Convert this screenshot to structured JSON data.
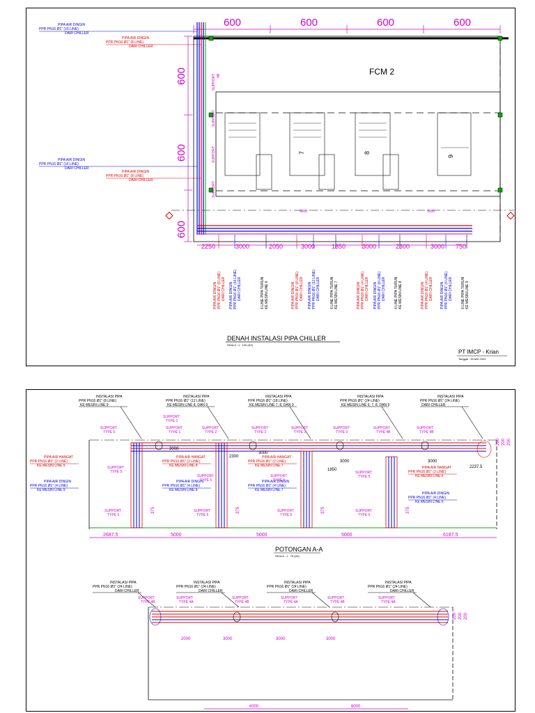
{
  "colors": {
    "magenta": "#d000d0",
    "red": "#e00000",
    "blue": "#0000e0",
    "black": "#000000",
    "green": "#008000",
    "gray": "#888888"
  },
  "plan": {
    "title": "DENAH INSTALASI PIPA CHILLER",
    "scale": "SKALA : 1 : 100 (A3)",
    "company": "PT IMCP - Krian",
    "date": "Tanggal : 30 Mei 2024",
    "room_label": "FCM 2",
    "top_dims": [
      "600",
      "600",
      "600",
      "600"
    ],
    "left_dims": [
      "600",
      "600",
      "600"
    ],
    "support_label": "SUPPORT",
    "support_4b": "4B",
    "inner_dims": [
      "5000",
      "5000"
    ],
    "bottom_dims": [
      "2250",
      "3000",
      "2050",
      "3000",
      "1850",
      "3000",
      "2300",
      "3000",
      "750"
    ],
    "machine_labels": [
      "7",
      "8",
      "9"
    ],
    "left_callouts": [
      {
        "l1": "PIPA AIR DINGIN",
        "l2": "PPR PN16 Ø1\" (16 LINE)",
        "l3": "DARI CHILLER",
        "color": "blue"
      },
      {
        "l1": "PIPA AIR DINGIN",
        "l2": "PPR PN16 Ø1\" (8 LINE)",
        "l3": "DARI CHILLER",
        "color": "red"
      },
      {
        "l1": "PIPA AIR DINGIN",
        "l2": "PPR PN16 Ø1\" (16 LINE)",
        "l3": "DARI CHILLER",
        "color": "blue"
      },
      {
        "l1": "PIPA AIR DINGIN",
        "l2": "PPR PN16 Ø1\" (8 LINE)",
        "l3": "DARI CHILLER",
        "color": "red"
      }
    ],
    "vertical_labels": [
      {
        "l1": "PIPA AIR DINGIN",
        "l2": "PPR PN16 Ø1\" (8 LINE)",
        "l3": "DARI CHILLER",
        "color": "red"
      },
      {
        "l1": "PIPA AIR DINGIN",
        "l2": "PPR PN16 Ø1\" (16 LINE)",
        "l3": "DARI CHILLER",
        "color": "blue"
      },
      {
        "l1": "6 LINE PIPA TURUN",
        "l2": "KE MESIN LINE 6",
        "l3": "",
        "color": "black"
      },
      {
        "l1": "PIPA AIR DINGIN",
        "l2": "PPR PN16 Ø1\" (8 LINE)",
        "l3": "DARI CHILLER",
        "color": "red"
      },
      {
        "l1": "PIPA AIR DINGIN",
        "l2": "PPR PN16 Ø1\" (12 LINE)",
        "l3": "DARI CHILLER",
        "color": "blue"
      },
      {
        "l1": "6 LINE PIPA TURUN",
        "l2": "KE MESIN LINE 7",
        "l3": "",
        "color": "black"
      },
      {
        "l1": "PIPA AIR DINGIN",
        "l2": "PPR PN16 Ø1\" (4 LINE)",
        "l3": "DARI CHILLER",
        "color": "red"
      },
      {
        "l1": "PIPA AIR DINGIN",
        "l2": "PPR PN16 Ø1\" (8 LINE)",
        "l3": "DARI CHILLER",
        "color": "blue"
      },
      {
        "l1": "6 LINE PIPA TURUN",
        "l2": "KE MESIN LINE 8",
        "l3": "",
        "color": "black"
      },
      {
        "l1": "PIPA AIR DINGIN",
        "l2": "PPR PN16 Ø1\" (4 LINE)",
        "l3": "DARI CHILLER",
        "color": "red"
      },
      {
        "l1": "PIPA AIR DINGIN",
        "l2": "PPR PN16 Ø1\" (4 LINE)",
        "l3": "DARI CHILLER",
        "color": "blue"
      },
      {
        "l1": "6 LINE PIPA TURUN",
        "l2": "KE MESIN LINE 9",
        "l3": "",
        "color": "black"
      }
    ]
  },
  "section": {
    "title": "POTONGAN A-A",
    "scale": "SKALA : 1 : 75 (A3)",
    "top_callouts": [
      {
        "l1": "INSTALASI PIPA",
        "l2": "PPR PN16 Ø1\" (8 LINE)",
        "l3": "KE MESIN LINE 9"
      },
      {
        "l1": "INSTALASI PIPA",
        "l2": "PPR PN16 Ø1\" (12 LINE)",
        "l3": "KE MESIN LINE 8, DAN 9"
      },
      {
        "l1": "INSTALASI PIPA",
        "l2": "PPR PN16 Ø1\" (18 LINE)",
        "l3": "KE MESIN LINE 7, 8, DAN 9"
      },
      {
        "l1": "INSTALASI PIPA",
        "l2": "PPR PN16 Ø1\" (24 LINE)",
        "l3": "KE MESIN LINE 6, 7, 8, DAN 9"
      },
      {
        "l1": "INSTALASI PIPA",
        "l2": "PPR PN16 Ø1\" (24 LINE)",
        "l3": "DARI CHILLER"
      }
    ],
    "supports": [
      "SUPPORT",
      "TYPE 1",
      "TYPE 2",
      "TYPE 3",
      "TYPE 4B",
      "TYPE 5"
    ],
    "support_callouts": [
      {
        "l1": "SUPPORT",
        "l2": "TYPE 1"
      },
      {
        "l1": "SUPPORT",
        "l2": "TYPE 5"
      },
      {
        "l1": "SUPPORT",
        "l2": "TYPE 5"
      },
      {
        "l1": "SUPPORT",
        "l2": "TYPE 1"
      },
      {
        "l1": "SUPPORT",
        "l2": "TYPE 2"
      },
      {
        "l1": "SUPPORT",
        "l2": "TYPE 2"
      },
      {
        "l1": "SUPPORT",
        "l2": "TYPE 3"
      },
      {
        "l1": "SUPPORT",
        "l2": "TYPE 3"
      },
      {
        "l1": "SUPPORT",
        "l2": "TYPE 4B"
      },
      {
        "l1": "SUPPORT",
        "l2": "TYPE 4B"
      },
      {
        "l1": "SUPPORT",
        "l2": "TYPE 5"
      },
      {
        "l1": "SUPPORT",
        "l2": "TYPE 5"
      },
      {
        "l1": "SUPPORT",
        "l2": "TYPE 5"
      },
      {
        "l1": "SUPPORT",
        "l2": "TYPE 5"
      },
      {
        "l1": "SUPPORT",
        "l2": "TYPE 5"
      },
      {
        "l1": "SUPPORT",
        "l2": "TYPE 5"
      },
      {
        "l1": "SUPPORT",
        "l2": "TYPE 5"
      }
    ],
    "side_callouts": [
      {
        "l1": "PIPA AIR HANGAT",
        "l2": "PPR PN16 Ø1\" (2 LINE)",
        "l3": "KE MESIN LINE 9",
        "color": "red"
      },
      {
        "l1": "PIPA AIR DINGIN",
        "l2": "PPR PN16 Ø1\" (4 LINE)",
        "l3": "KE MESIN LINE 9",
        "color": "blue"
      },
      {
        "l1": "PIPA AIR HANGAT",
        "l2": "PPR PN16 Ø1\" (2 LINE)",
        "l3": "KE MESIN LINE 8",
        "color": "red"
      },
      {
        "l1": "PIPA AIR DINGIN",
        "l2": "PPR PN16 Ø1\" (4 LINE)",
        "l3": "KE MESIN LINE 8",
        "color": "blue"
      },
      {
        "l1": "PIPA AIR HANGAT",
        "l2": "PPR PN16 Ø1\" (2 LINE)",
        "l3": "KE MESIN LINE 7",
        "color": "red"
      },
      {
        "l1": "PIPA AIR DINGIN",
        "l2": "PPR PN16 Ø1\" (4 LINE)",
        "l3": "KE MESIN LINE 7",
        "color": "blue"
      },
      {
        "l1": "PIPA AIR HANGAT",
        "l2": "PPR PN16 Ø1\" (2 LINE)",
        "l3": "KE MESIN LINE 6",
        "color": "red"
      },
      {
        "l1": "PIPA AIR DINGIN",
        "l2": "PPR PN16 Ø1\" (4 LINE)",
        "l3": "KE MESIN LINE 6",
        "color": "blue"
      }
    ],
    "inner_dims": [
      "3000",
      "2300",
      "3000",
      "1850",
      "3000",
      "3000",
      "2237.5"
    ],
    "right_dims": [
      "200",
      "200",
      "200"
    ],
    "height_dims": [
      "375",
      "375",
      "375",
      "375"
    ],
    "bottom_dims": [
      "2687.5",
      "5000",
      "5000",
      "5000",
      "6187.5"
    ]
  },
  "section2": {
    "top_callouts": [
      {
        "l1": "INSTALASI PIPA",
        "l2": "PPR PN16 Ø1\" (24 LINE)",
        "l3": "DARI CHILLER"
      },
      {
        "l1": "INSTALASI PIPA",
        "l2": "PPR PN16 Ø1\" (24 LINE)",
        "l3": "DARI CHILLER"
      },
      {
        "l1": "INSTALASI PIPA",
        "l2": "PPR PN16 Ø1\" (24 LINE)",
        "l3": "DARI CHILLER"
      },
      {
        "l1": "INSTALASI PIPA",
        "l2": "PPR PN16 Ø1\" (24 LINE)",
        "l3": "DARI CHILLER"
      }
    ],
    "support_callouts": [
      {
        "l1": "SUPPORT",
        "l2": "TYPE 4B"
      },
      {
        "l1": "SUPPORT",
        "l2": "TYPE 4A"
      },
      {
        "l1": "SUPPORT",
        "l2": "TYPE 4B"
      },
      {
        "l1": "SUPPORT",
        "l2": "TYPE 4A"
      },
      {
        "l1": "SUPPORT",
        "l2": "TYPE 4B"
      },
      {
        "l1": "SUPPORT",
        "l2": "TYPE 4A"
      }
    ],
    "inner_dims": [
      "2000",
      "3000",
      "3000",
      "3000"
    ],
    "right_dims": [
      "200",
      "200",
      "200"
    ],
    "bottom_dims": [
      "6000",
      "6000"
    ]
  }
}
